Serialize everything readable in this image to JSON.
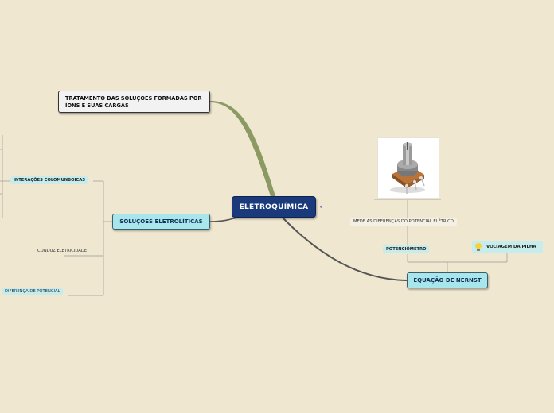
{
  "central": {
    "label": "ELETROQUÍMICA"
  },
  "topics": {
    "tratamento": {
      "label": "TRATAMENTO DAS SOLUÇÕES FORMADAS POR ÍONS E SUAS CARGAS"
    },
    "solucoes": {
      "label": "SOLUÇÕES ELETROLÍTICAS"
    },
    "equacao": {
      "label": "EQUAÇÃO DE NERNST"
    }
  },
  "subtopics": {
    "interacoes": "INTERAÇÕES COLOMUNBOICAS",
    "conduz": "CONDUZ ELETRICIDADE",
    "diferenca": "DIFERENÇA DE POTENCIAL",
    "mede": "MEDE AS DIFERENÇAS DO POTENCIAL ELÉTRICO",
    "potenciometro": "POTENCIÔMETRO",
    "voltagem": "VOLTAGEM DA PILHA"
  },
  "icons": {
    "central_link": "link-icon",
    "voltagem": "lightbulb-icon",
    "image": "potentiometer-image"
  },
  "colors": {
    "background": "#efe7d0",
    "central": "#1a3a7c",
    "topic_cyan": "#a8e6ec",
    "subtopic_cyan": "#c6ecec"
  }
}
